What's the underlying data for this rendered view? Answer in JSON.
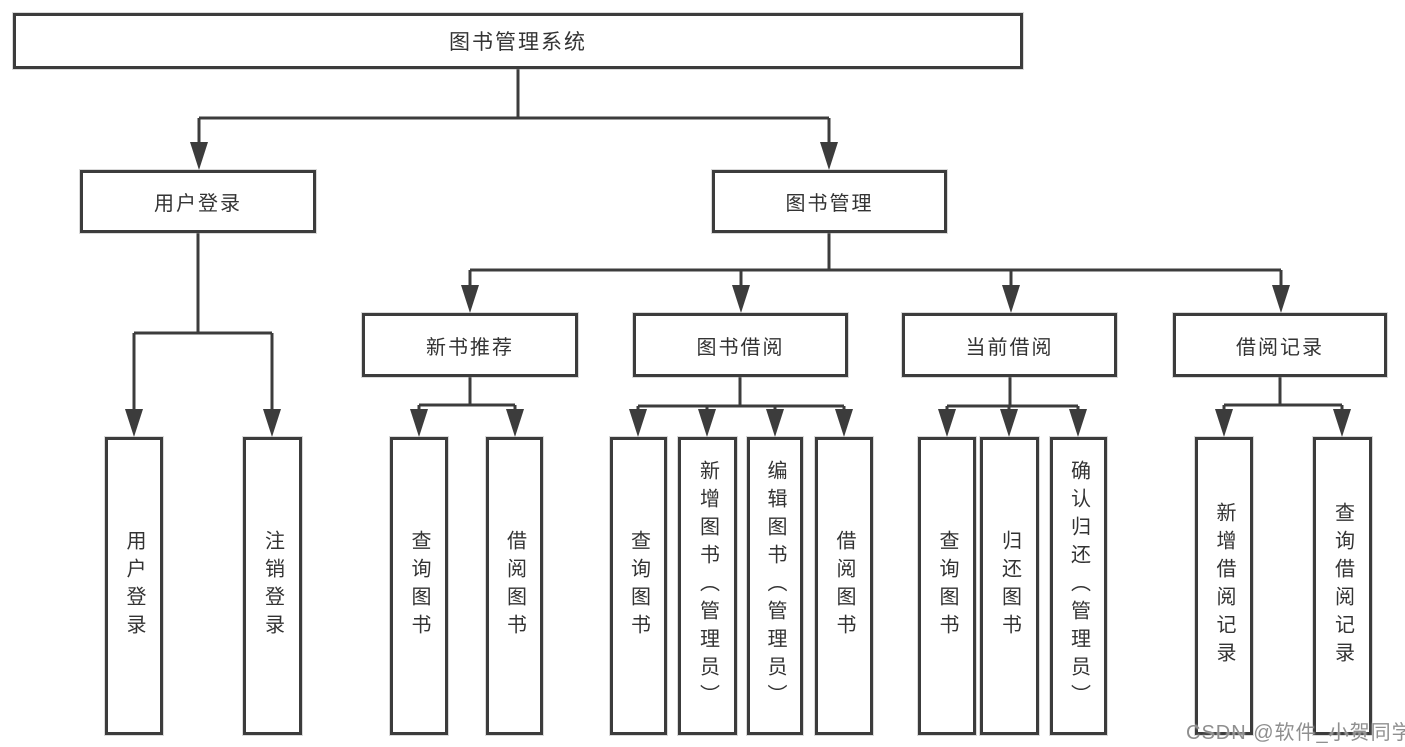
{
  "colors": {
    "line": "#3c3c3c",
    "text": "#333333",
    "background": "#ffffff",
    "watermark": "#8f8f8f"
  },
  "nodes": {
    "root": {
      "label": "图书管理系统"
    },
    "level2": [
      {
        "label": "用户登录"
      },
      {
        "label": "图书管理"
      }
    ],
    "level3": [
      {
        "label": "新书推荐"
      },
      {
        "label": "图书借阅"
      },
      {
        "label": "当前借阅"
      },
      {
        "label": "借阅记录"
      }
    ],
    "leaves": [
      {
        "label": "用户登录",
        "parent": "用户登录"
      },
      {
        "label": "注销登录",
        "parent": "用户登录"
      },
      {
        "label": "查询图书",
        "parent": "新书推荐"
      },
      {
        "label": "借阅图书",
        "parent": "新书推荐"
      },
      {
        "label": "查询图书",
        "parent": "图书借阅"
      },
      {
        "label": "新增图书（管理员）",
        "parent": "图书借阅"
      },
      {
        "label": "编辑图书（管理员）",
        "parent": "图书借阅"
      },
      {
        "label": "借阅图书",
        "parent": "图书借阅"
      },
      {
        "label": "查询图书",
        "parent": "当前借阅"
      },
      {
        "label": "归还图书",
        "parent": "当前借阅"
      },
      {
        "label": "确认归还（管理员）",
        "parent": "当前借阅"
      },
      {
        "label": "新增借阅记录",
        "parent": "借阅记录"
      },
      {
        "label": "查询借阅记录",
        "parent": "借阅记录"
      }
    ]
  },
  "watermark": {
    "text": "CSDN @软件_小贺同学"
  }
}
